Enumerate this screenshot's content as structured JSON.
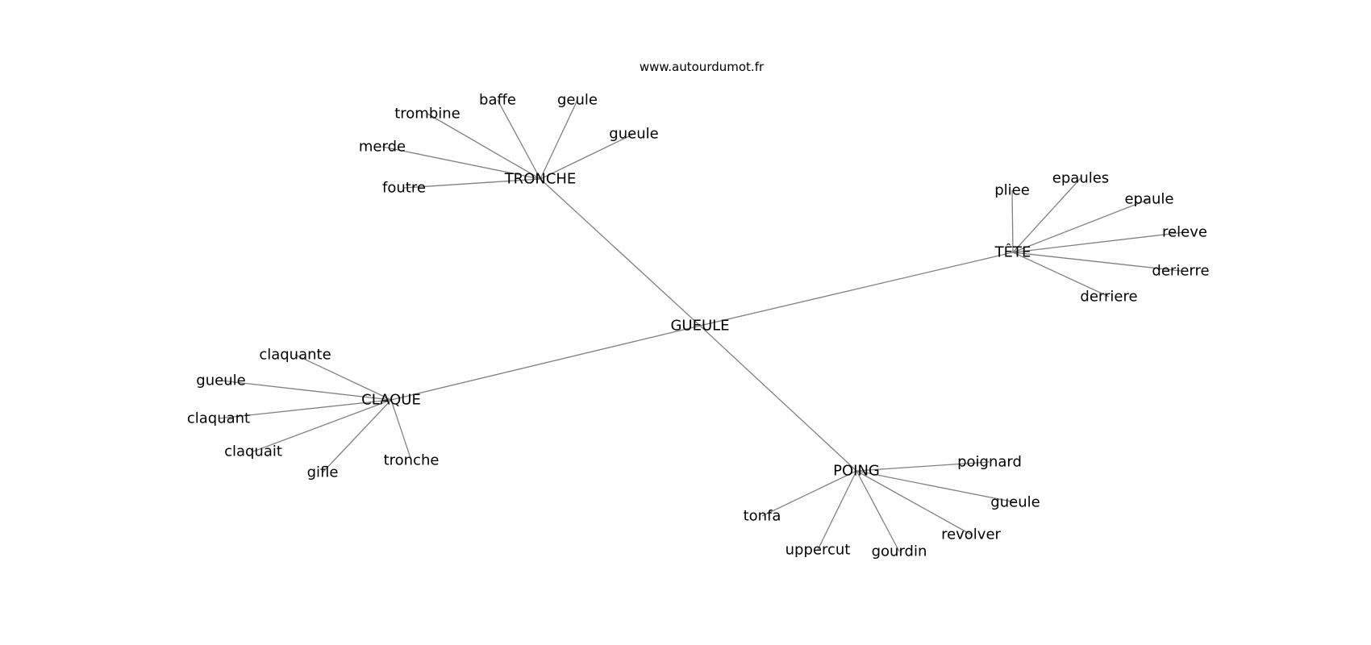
{
  "site": "www.autourdumot.fr",
  "graph": {
    "root": "GUEULE",
    "branches": [
      {
        "word": "TRONCHE",
        "leaves": [
          "foutre",
          "merde",
          "trombine",
          "baffe",
          "geule",
          "gueule"
        ]
      },
      {
        "word": "TÊTE",
        "leaves": [
          "pliee",
          "epaules",
          "epaule",
          "releve",
          "derierre",
          "derriere"
        ]
      },
      {
        "word": "CLAQUE",
        "leaves": [
          "claquante",
          "gueule",
          "claquant",
          "claquait",
          "gifle",
          "tronche"
        ]
      },
      {
        "word": "POING",
        "leaves": [
          "poignard",
          "gueule",
          "revolver",
          "gourdin",
          "uppercut",
          "tonfa"
        ]
      }
    ]
  },
  "colors": {
    "edge": "#808080",
    "text": "#000000",
    "background": "#ffffff"
  }
}
